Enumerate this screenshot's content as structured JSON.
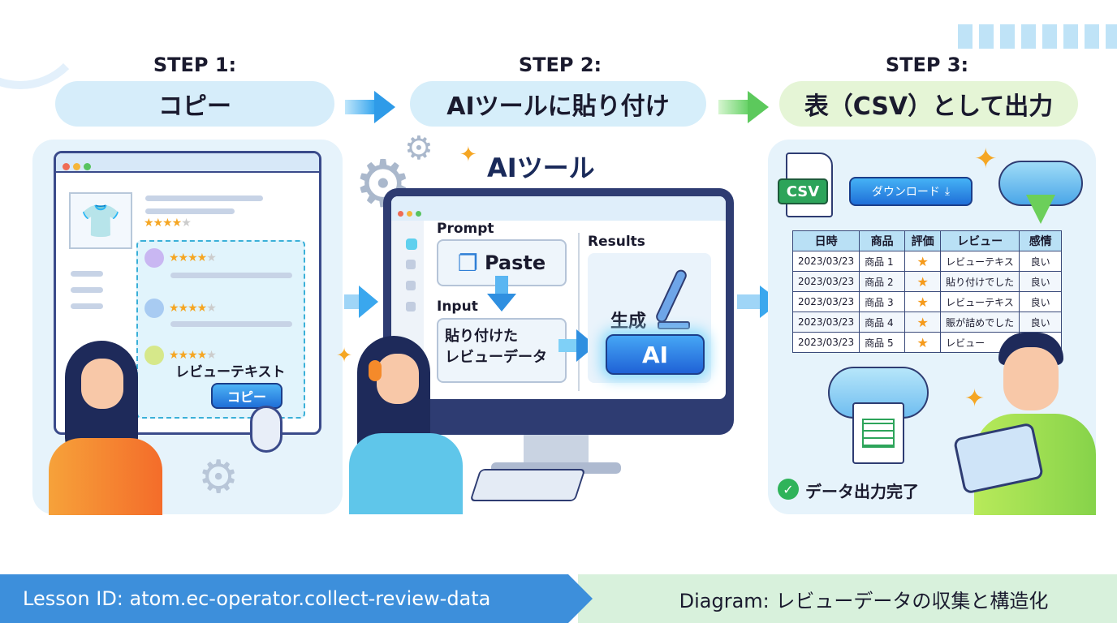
{
  "steps": [
    {
      "label": "STEP 1:",
      "title": "コピー"
    },
    {
      "label": "STEP 2:",
      "title": "AIツールに貼り付け"
    },
    {
      "label": "STEP 3:",
      "title": "表（CSV）として出力"
    }
  ],
  "step1": {
    "review_text": "レビューテキスト",
    "copy_button": "コピー"
  },
  "step2": {
    "title": "AIツール",
    "prompt_label": "Prompt",
    "paste_label": "Paste",
    "input_label": "Input",
    "input_text_1": "貼り付けた",
    "input_text_2": "レビューデータ",
    "results_label": "Results",
    "generate_label": "生成",
    "ai_button": "AI"
  },
  "step3": {
    "csv_label": "CSV",
    "download_button": "ダウンロード",
    "table": {
      "headers": [
        "日時",
        "商品",
        "評価",
        "レビュー",
        "感情"
      ],
      "rows": [
        [
          "2023/03/23",
          "商品 1",
          "★",
          "レビューテキス",
          "良い"
        ],
        [
          "2023/03/23",
          "商品 2",
          "★",
          "貼り付けでした",
          "良い"
        ],
        [
          "2023/03/23",
          "商品 3",
          "★",
          "レビューテキス",
          "良い"
        ],
        [
          "2023/03/23",
          "商品 4",
          "★",
          "賑が詰めでした",
          "良い"
        ],
        [
          "2023/03/23",
          "商品 5",
          "★",
          "レビュー",
          ""
        ]
      ]
    },
    "complete_label": "データ出力完了"
  },
  "footer": {
    "lesson_id": "Lesson ID: atom.ec-operator.collect-review-data",
    "diagram": "Diagram: レビューデータの収集と構造化"
  },
  "colors": {
    "blue": "#2f8fe0",
    "green": "#5cc96a",
    "footer_blue": "#3d8fdb",
    "footer_green": "#d8f1dc"
  }
}
